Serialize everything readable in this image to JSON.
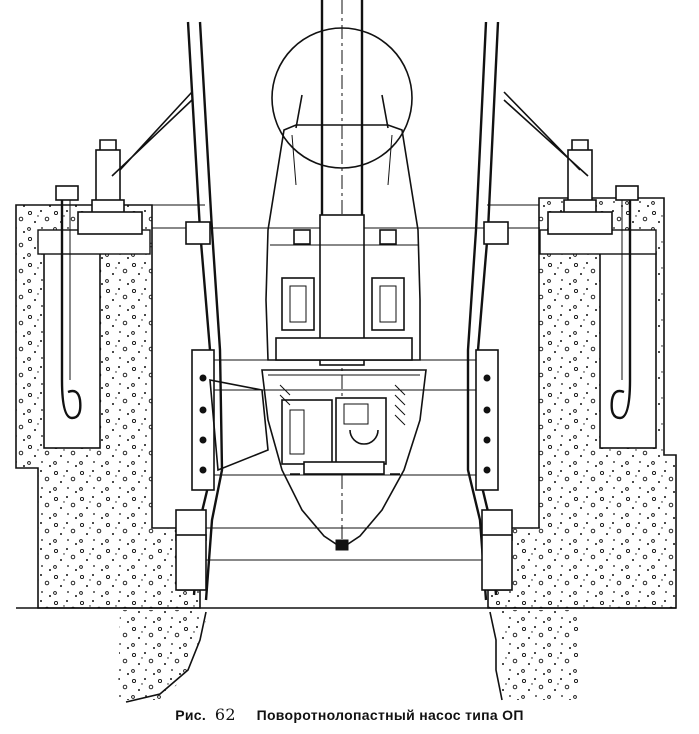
{
  "figure": {
    "caption_label": "Рис.",
    "caption_number": "62",
    "caption_text": "Поворотнолопастный насос типа ОП"
  }
}
